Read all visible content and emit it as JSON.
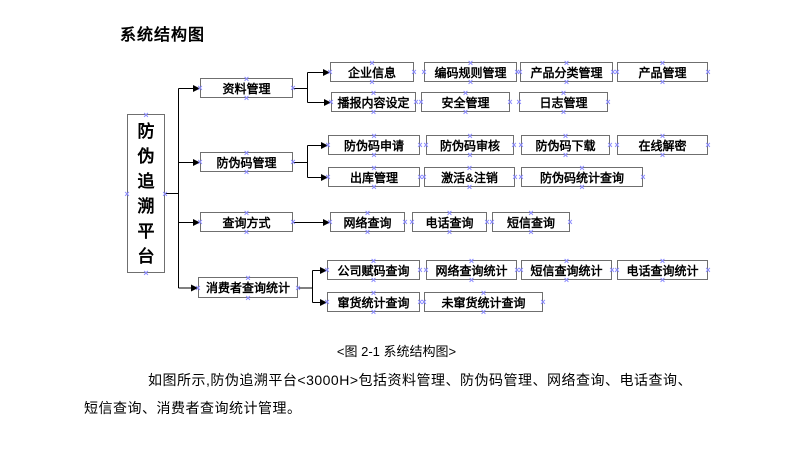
{
  "page": {
    "heading": "系统结构图",
    "caption": "<图 2-1 系统结构图>",
    "body_line1": "如图所示,防伪追溯平台<3000H>包括资料管理、防伪码管理、网络查询、电话查询、",
    "body_line2": "短信查询、消费者查询统计管理。"
  },
  "colors": {
    "background": "#ffffff",
    "box_border": "#6f6f6f",
    "connector_line": "#000000",
    "anchor_mark": "#8c8cff",
    "text": "#000000"
  },
  "diagram": {
    "root": "防伪追溯平台",
    "anchor_glyph": "×",
    "branches": [
      {
        "label": "资料管理",
        "rows": [
          [
            "企业信息",
            "编码规则管理",
            "产品分类管理",
            "产品管理"
          ],
          [
            "播报内容设定",
            "安全管理",
            "日志管理"
          ]
        ]
      },
      {
        "label": "防伪码管理",
        "rows": [
          [
            "防伪码申请",
            "防伪码审核",
            "防伪码下载",
            "在线解密"
          ],
          [
            "出库管理",
            "激活&注销",
            "防伪码统计查询"
          ]
        ]
      },
      {
        "label": "查询方式",
        "rows": [
          [
            "网络查询",
            "电话查询",
            "短信查询"
          ]
        ]
      },
      {
        "label": "消费者查询统计",
        "rows": [
          [
            "公司赋码查询",
            "网络查询统计",
            "短信查询统计",
            "电话查询统计"
          ],
          [
            "窜货统计查询",
            "未窜货统计查询"
          ]
        ]
      }
    ]
  }
}
